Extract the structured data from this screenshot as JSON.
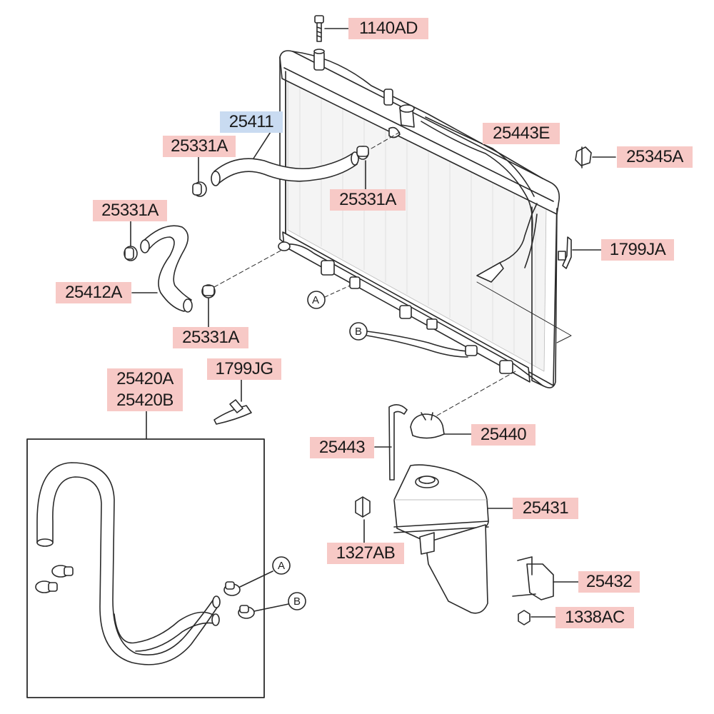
{
  "diagram": {
    "labels": {
      "p1140AD": "1140AD",
      "p25411": "25411",
      "p25331A_top": "25331A",
      "p25331A_mid": "25331A",
      "p25331A_left": "25331A",
      "p25331A_low": "25331A",
      "p25443E": "25443E",
      "p25345A": "25345A",
      "p1799JA": "1799JA",
      "p25412A": "25412A",
      "p1799JG": "1799JG",
      "p25420A": "25420A",
      "p25420B": "25420B",
      "p25440": "25440",
      "p25443": "25443",
      "p25431": "25431",
      "p1327AB": "1327AB",
      "p25432": "25432",
      "p1338AC": "1338AC"
    },
    "callouts": {
      "a_main": "A",
      "b_main": "B",
      "a_inset": "A",
      "b_inset": "B"
    },
    "colors": {
      "part_label_bg": "#f7c9c6",
      "selected_label_bg": "#c9dbf1",
      "line": "#2a2a2a"
    }
  }
}
